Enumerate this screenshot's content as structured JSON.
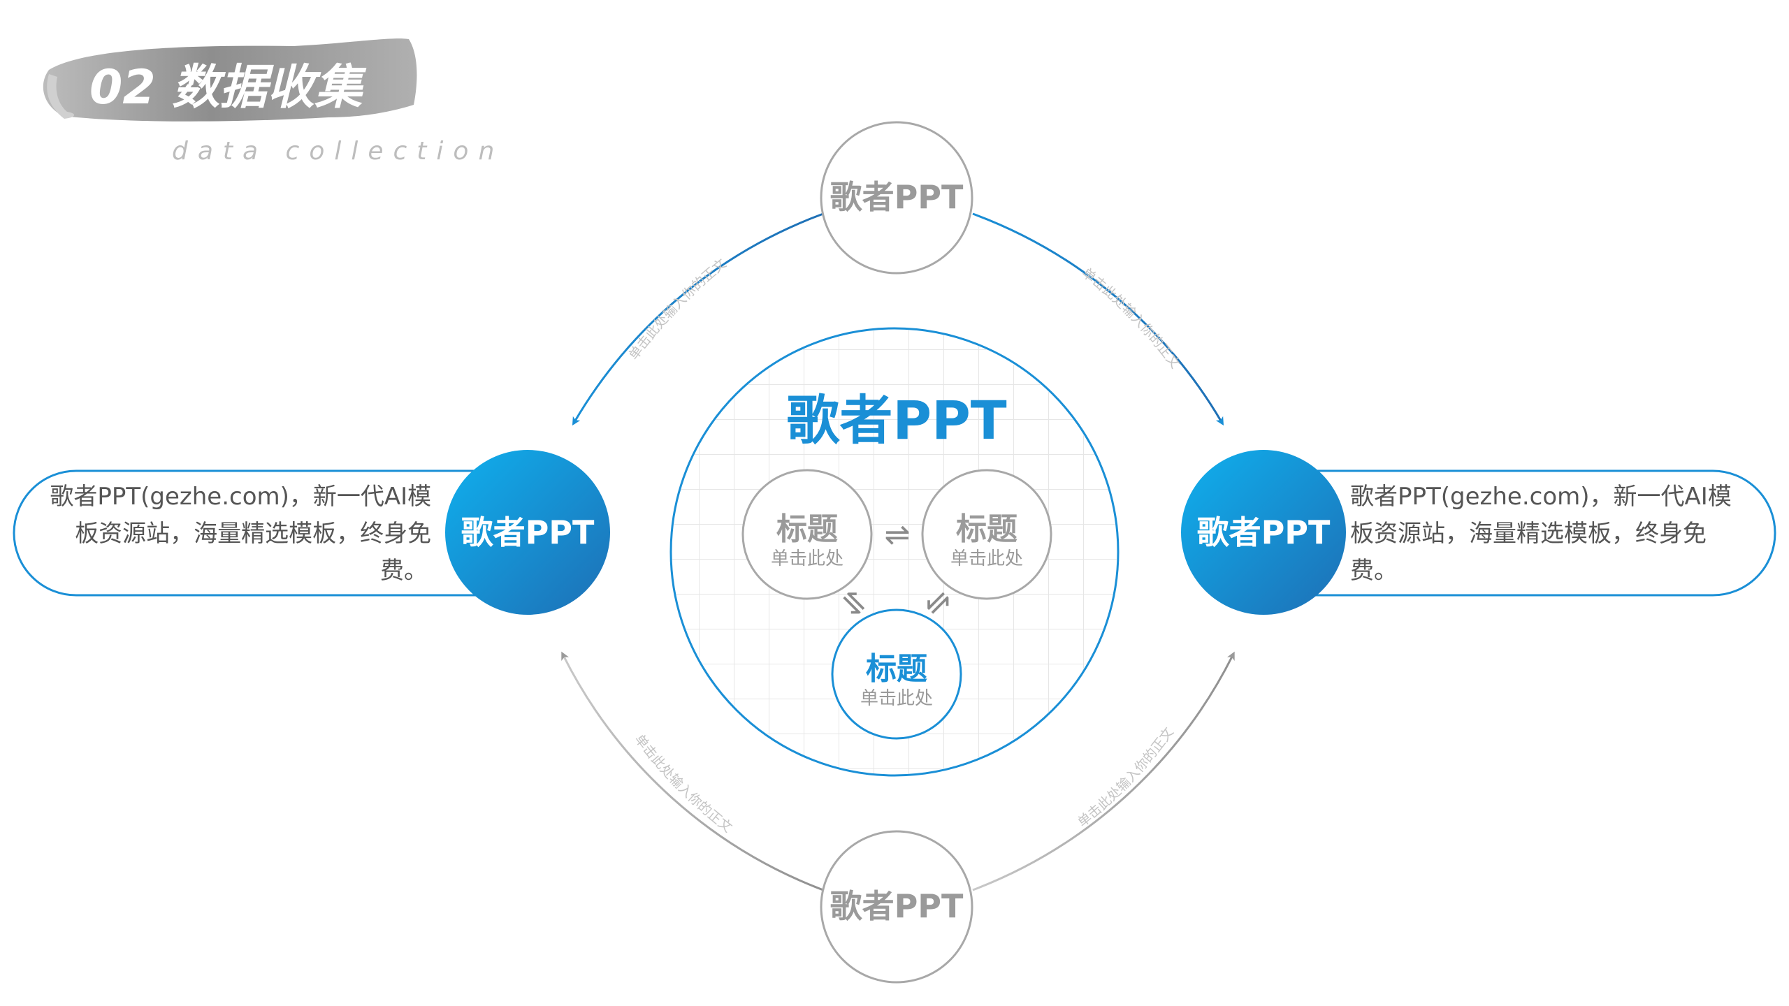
{
  "section": {
    "number_title": "02 数据收集",
    "subtitle": "data collection"
  },
  "top_node": {
    "label": "歌者PPT"
  },
  "bottom_node": {
    "label": "歌者PPT"
  },
  "left_node": {
    "label": "歌者PPT",
    "description_lines": [
      "歌者PPT(gezhe.com)，新一代AI模",
      "板资源站，海量精选模板，终身免",
      "费。"
    ]
  },
  "right_node": {
    "label": "歌者PPT",
    "description_lines": [
      "歌者PPT(gezhe.com)，新一代AI模",
      "板资源站，海量精选模板，终身免",
      "费。"
    ]
  },
  "center": {
    "title": "歌者PPT",
    "sub_nodes": [
      {
        "title": "标题",
        "caption": "单击此处"
      },
      {
        "title": "标题",
        "caption": "单击此处"
      },
      {
        "title": "标题",
        "caption": "单击此处"
      }
    ],
    "arrow_glyphs": [
      "⇌",
      "⇋",
      "⇋"
    ]
  },
  "arc_labels": {
    "top_left": "单击此处输入你的正文",
    "top_right": "单击此处输入你的正文",
    "bottom_left": "单击此处输入你的正文",
    "bottom_right": "单击此处输入你的正文"
  },
  "colors": {
    "accent_blue": "#1a8fd6",
    "accent_blue_light": "#0fb0ee",
    "accent_blue_dark": "#1e6fb5",
    "gray_stroke": "#a8a8a8",
    "grid": "#e6e6e6"
  }
}
